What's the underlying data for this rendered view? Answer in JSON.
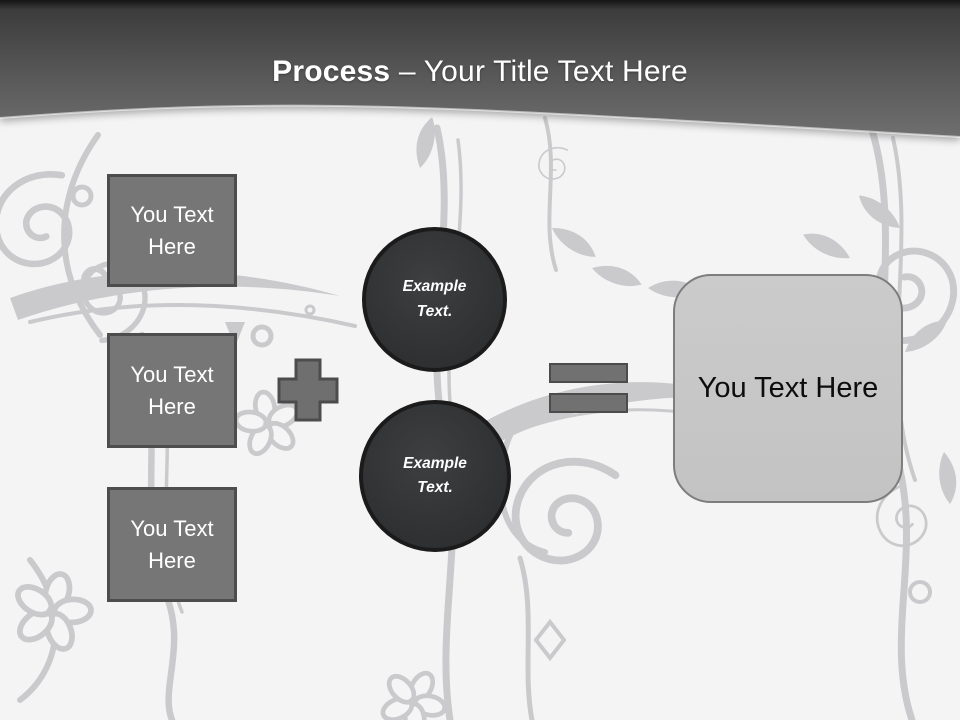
{
  "slide": {
    "title": {
      "emphasis": "Process",
      "separator": "–",
      "rest": "Your Title Text Here"
    },
    "left_items": [
      {
        "label": "You Text Here"
      },
      {
        "label": "You Text Here"
      },
      {
        "label": "You Text Here"
      }
    ],
    "operators": {
      "plus": "plus-icon",
      "equals": "equals-icon"
    },
    "middle_items": [
      {
        "label": "Example Text."
      },
      {
        "label": "Example Text."
      }
    ],
    "result": {
      "label": "You Text Here"
    },
    "colors": {
      "background": "#f5f4f5",
      "ornament": "#c6c6c9",
      "header_top": "#141414",
      "header_bottom": "#6f6f6f",
      "accent_box": "#767676",
      "box_border": "#4d4d4d",
      "circle_fill": "#2e3032",
      "circle_border": "#1b1b1b",
      "result_fill": "#c7c7c7",
      "result_border": "#7d7d7d",
      "title_text": "#ffffff"
    }
  }
}
